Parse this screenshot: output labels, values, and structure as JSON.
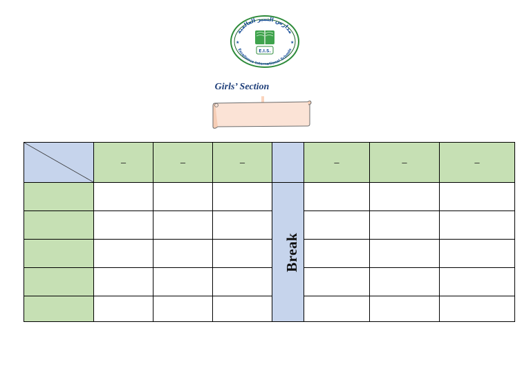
{
  "logo": {
    "arabic_text": "مدارس التميز العالمية",
    "badge_text": "E.I.S.",
    "english_text": "Excellence International Schools"
  },
  "section_title": "Girls’ Section",
  "schedule": {
    "header_cells": [
      "–",
      "–",
      "–",
      "",
      "–",
      "–",
      "–"
    ],
    "break_label": "Break",
    "row_count": 5,
    "colors": {
      "header_green": "#c6e0b4",
      "break_blue": "#c6d4ec",
      "scroll_fill": "#fbe3d6"
    }
  }
}
